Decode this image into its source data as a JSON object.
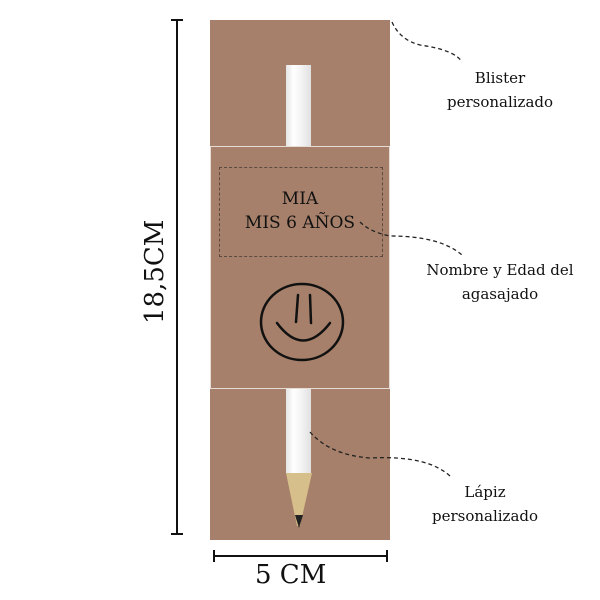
{
  "blister": {
    "color": "#a6806a",
    "name_line1": "MIA",
    "name_line2": "MIS 6 AÑOS"
  },
  "labels": {
    "blister_line1": "Blister",
    "blister_line2": "personalizado",
    "name_line1": "Nombre y Edad del",
    "name_line2": "agasajado",
    "pencil_line1": "Lápiz",
    "pencil_line2": "personalizado"
  },
  "dimensions": {
    "height": "18,5CM",
    "width": "5 CM"
  },
  "icons": {
    "face": "smiley-face-icon"
  }
}
